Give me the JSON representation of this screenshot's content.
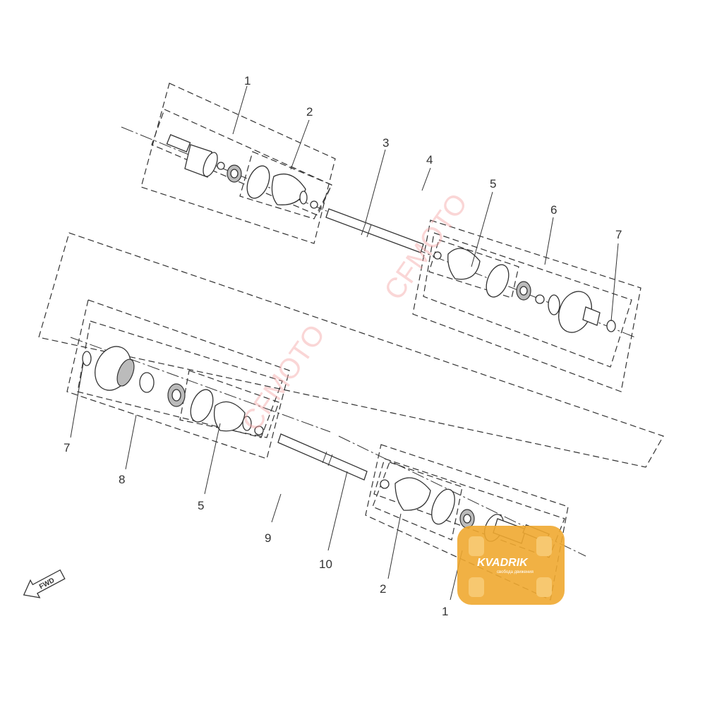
{
  "callouts": {
    "c1a": "1",
    "c2a": "2",
    "c3": "3",
    "c4": "4",
    "c5a": "5",
    "c6": "6",
    "c7a": "7",
    "c7b": "7",
    "c8": "8",
    "c5b": "5",
    "c9": "9",
    "c10": "10",
    "c2b": "2",
    "c1b": "1"
  },
  "fwd_label": "FWD",
  "logo": {
    "name": "KVADRIK",
    "tagline": "свобода движения"
  },
  "colors": {
    "line": "#333333",
    "logo": "#f0a830",
    "watermark": "#f4a6a6"
  }
}
